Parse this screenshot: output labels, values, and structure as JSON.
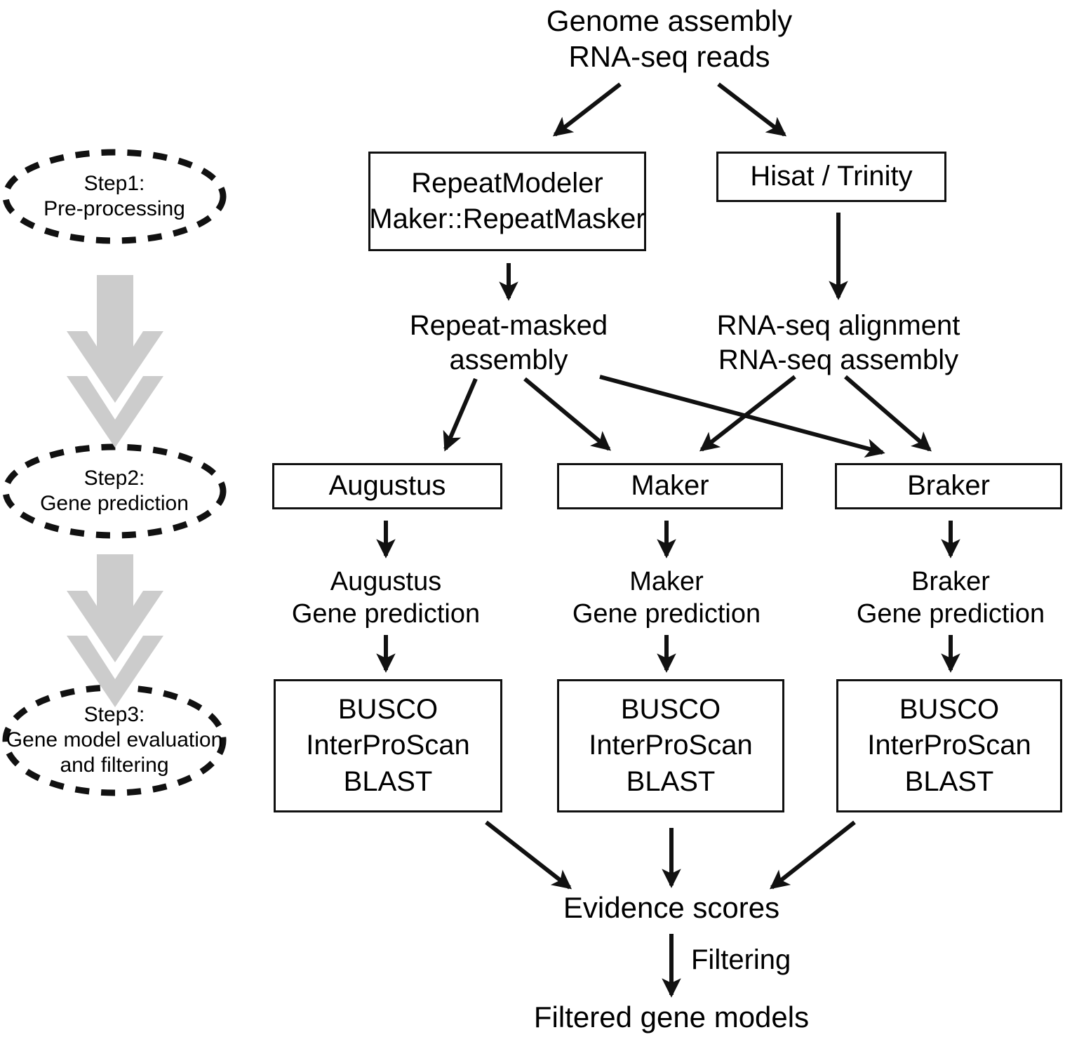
{
  "figure": {
    "title": "Genome annotation pipeline workflow",
    "type": "flowchart",
    "background_color": "#ffffff",
    "line_color": "#111111",
    "gray_arrow_color": "#cccccc"
  },
  "steps": [
    {
      "id": "step1",
      "line1": "Step1:",
      "line2": "Pre-processing",
      "line3": ""
    },
    {
      "id": "step2",
      "line1": "Step2:",
      "line2": "Gene prediction",
      "line3": ""
    },
    {
      "id": "step3",
      "line1": "Step3:",
      "line2": "Gene model evaluation",
      "line3": "and filtering"
    }
  ],
  "nodes": {
    "input": {
      "line1": "Genome assembly",
      "line2": "RNA-seq reads"
    },
    "repeatmodeler": {
      "line1": "RepeatModeler",
      "line2": "Maker::RepeatMasker"
    },
    "hisat_trinity": {
      "line1": "Hisat / Trinity"
    },
    "repeat_masked": {
      "line1": "Repeat-masked",
      "line2": "assembly"
    },
    "rnaseq_products": {
      "line1": "RNA-seq alignment",
      "line2": "RNA-seq assembly"
    },
    "augustus": {
      "line1": "Augustus"
    },
    "maker": {
      "line1": "Maker"
    },
    "braker": {
      "line1": "Braker"
    },
    "augustus_prediction": {
      "line1": "Augustus",
      "line2": "Gene prediction"
    },
    "maker_prediction": {
      "line1": "Maker",
      "line2": "Gene prediction"
    },
    "braker_prediction": {
      "line1": "Braker",
      "line2": "Gene prediction"
    },
    "eval_augustus": {
      "line1": "BUSCO",
      "line2": "InterProScan",
      "line3": "BLAST"
    },
    "eval_maker": {
      "line1": "BUSCO",
      "line2": "InterProScan",
      "line3": "BLAST"
    },
    "eval_braker": {
      "line1": "BUSCO",
      "line2": "InterProScan",
      "line3": "BLAST"
    },
    "evidence_scores": {
      "line1": "Evidence scores"
    },
    "filtering_edge_label": {
      "line1": "Filtering"
    },
    "filtered_models": {
      "line1": "Filtered gene models"
    }
  }
}
